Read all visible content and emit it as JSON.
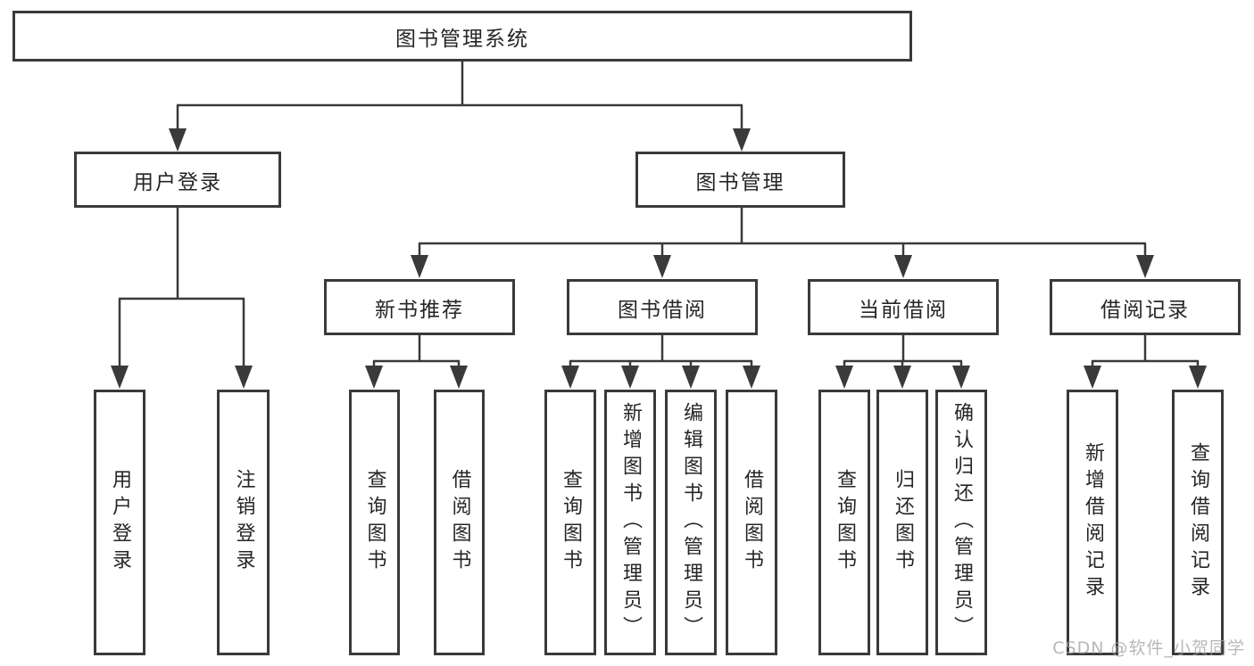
{
  "diagram": {
    "root": {
      "label": "图书管理系统",
      "children": [
        {
          "label": "用户登录",
          "children": [
            {
              "label": "用户登录"
            },
            {
              "label": "注销登录"
            }
          ]
        },
        {
          "label": "图书管理",
          "children": [
            {
              "label": "新书推荐",
              "children": [
                {
                  "label": "查询图书"
                },
                {
                  "label": "借阅图书"
                }
              ]
            },
            {
              "label": "图书借阅",
              "children": [
                {
                  "label": "查询图书"
                },
                {
                  "label": "新增图书（管理员）"
                },
                {
                  "label": "编辑图书（管理员）"
                },
                {
                  "label": "借阅图书"
                }
              ]
            },
            {
              "label": "当前借阅",
              "children": [
                {
                  "label": "查询图书"
                },
                {
                  "label": "归还图书"
                },
                {
                  "label": "确认归还（管理员）"
                }
              ]
            },
            {
              "label": "借阅记录",
              "children": [
                {
                  "label": "新增借阅记录"
                },
                {
                  "label": "查询借阅记录"
                }
              ]
            }
          ]
        }
      ]
    },
    "watermark": "CSDN @软件_小贺同学",
    "colors": {
      "line": "#3a3a3a",
      "box_border": "#3a3a3a",
      "box_fill": "#ffffff",
      "text": "#262626",
      "watermark": "#a0a0a0",
      "background": "#ffffff"
    }
  }
}
